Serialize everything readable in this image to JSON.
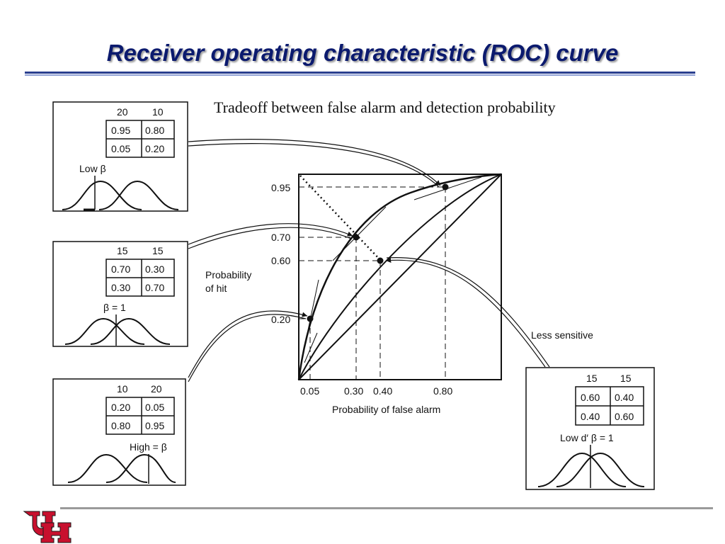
{
  "slide": {
    "title": "Receiver operating characteristic (ROC) curve",
    "subtitle": "Tradeoff between false alarm and detection probability"
  },
  "roc": {
    "y_label_line1": "Probability",
    "y_label_line2": "of hit",
    "x_label": "Probability of false alarm",
    "y_ticks": [
      "0.95",
      "0.70",
      "0.60",
      "0.20"
    ],
    "x_ticks": [
      "0.05",
      "0.30",
      "0.40",
      "0.80"
    ],
    "curve_note": "Less sensitive"
  },
  "boxes": {
    "low_beta": {
      "col_headers": [
        "20",
        "10"
      ],
      "rows": [
        [
          "0.95",
          "0.80"
        ],
        [
          "0.05",
          "0.20"
        ]
      ],
      "criterion_label": "Low β"
    },
    "beta_one": {
      "col_headers": [
        "15",
        "15"
      ],
      "rows": [
        [
          "0.70",
          "0.30"
        ],
        [
          "0.30",
          "0.70"
        ]
      ],
      "criterion_label": "β = 1"
    },
    "high_beta": {
      "col_headers": [
        "10",
        "20"
      ],
      "rows": [
        [
          "0.20",
          "0.05"
        ],
        [
          "0.80",
          "0.95"
        ]
      ],
      "criterion_label": "High = β"
    },
    "low_dprime": {
      "col_headers": [
        "15",
        "15"
      ],
      "rows": [
        [
          "0.60",
          "0.40"
        ],
        [
          "0.40",
          "0.60"
        ]
      ],
      "criterion_label": "Low d′ β = 1"
    }
  },
  "logo": {
    "alt": "UH"
  },
  "colors": {
    "title": "#0b1a6e",
    "rule": "#2a3f8f",
    "logo_red": "#c8102e"
  }
}
